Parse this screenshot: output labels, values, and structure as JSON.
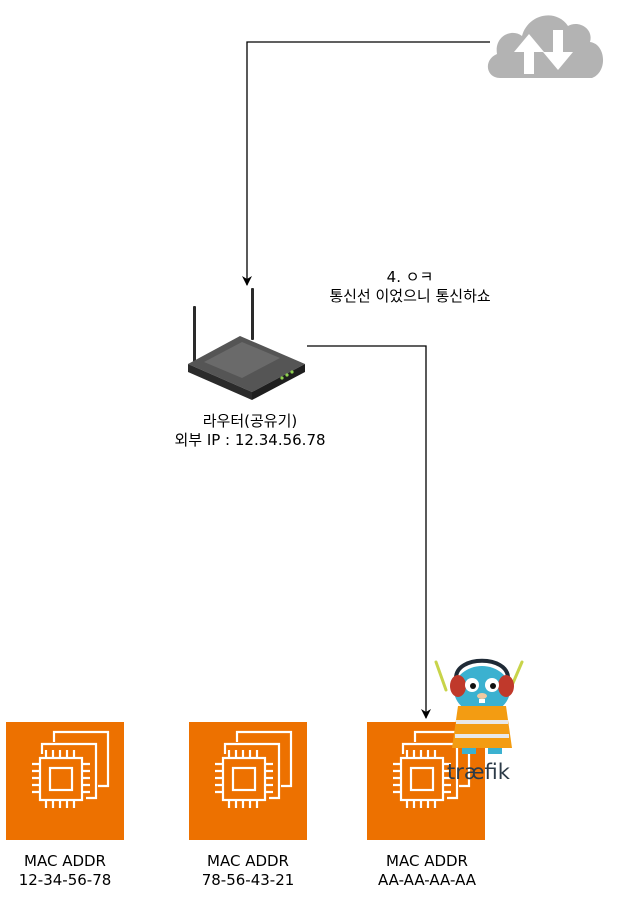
{
  "router": {
    "name": "라우터(공유기)",
    "external_ip": "외부 IP : 12.34.56.78"
  },
  "message": {
    "line1": "4. ㅇㅋ",
    "line2": "통신선 이었으니 통신하쇼"
  },
  "nodes": [
    {
      "label": "MAC ADDR",
      "mac": "12-34-56-78"
    },
    {
      "label": "MAC ADDR",
      "mac": "78-56-43-21"
    },
    {
      "label": "MAC ADDR",
      "mac": "AA-AA-AA-AA"
    }
  ],
  "traefik": {
    "wordmark": "træfik"
  },
  "colors": {
    "ec2": "#ED7100",
    "cloud": "#B3B3B3",
    "router": "#3a3a3a",
    "traefik_blue": "#3bb1d0"
  },
  "icons": {
    "cloud": "cloud-updown-icon",
    "router": "wifi-router-icon",
    "instance": "ec2-instances-icon",
    "mascot": "traefik-gopher-icon"
  }
}
